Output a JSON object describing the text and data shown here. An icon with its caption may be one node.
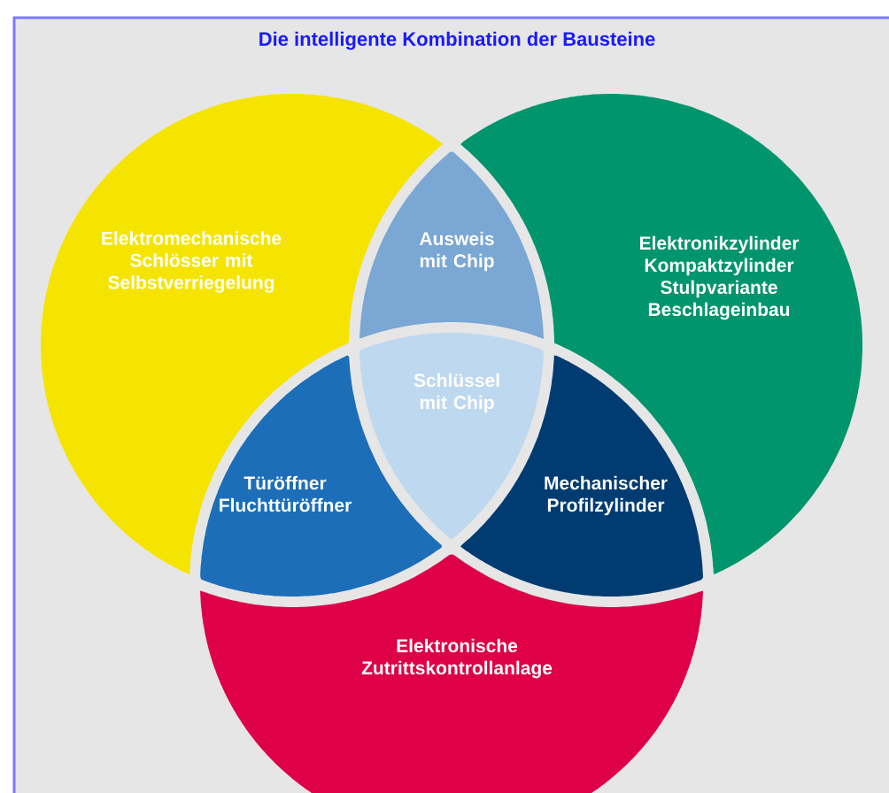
{
  "diagram": {
    "title": "Die intelligente Kombination der Bausteine",
    "nodes": [
      {
        "text": [
          "Elektromechanische Schlösser mit Selbstverriegelung"
        ]
      },
      {
        "text": [
          "Ausweis mit Chip"
        ]
      },
      {
        "text": [
          "Elektronikzylinder Kompaktzylinder Stulpvariante Beschlageinbau"
        ]
      },
      {
        "text": [
          "Schlüssel mit Chip"
        ]
      },
      {
        "text": [
          "Türöffner Fluchttüröffner"
        ]
      },
      {
        "text": [
          "Mechanischer Profilzylinder"
        ]
      },
      {
        "text": [
          "Elektronische Zutrittskontrollanlage"
        ]
      }
    ]
  }
}
